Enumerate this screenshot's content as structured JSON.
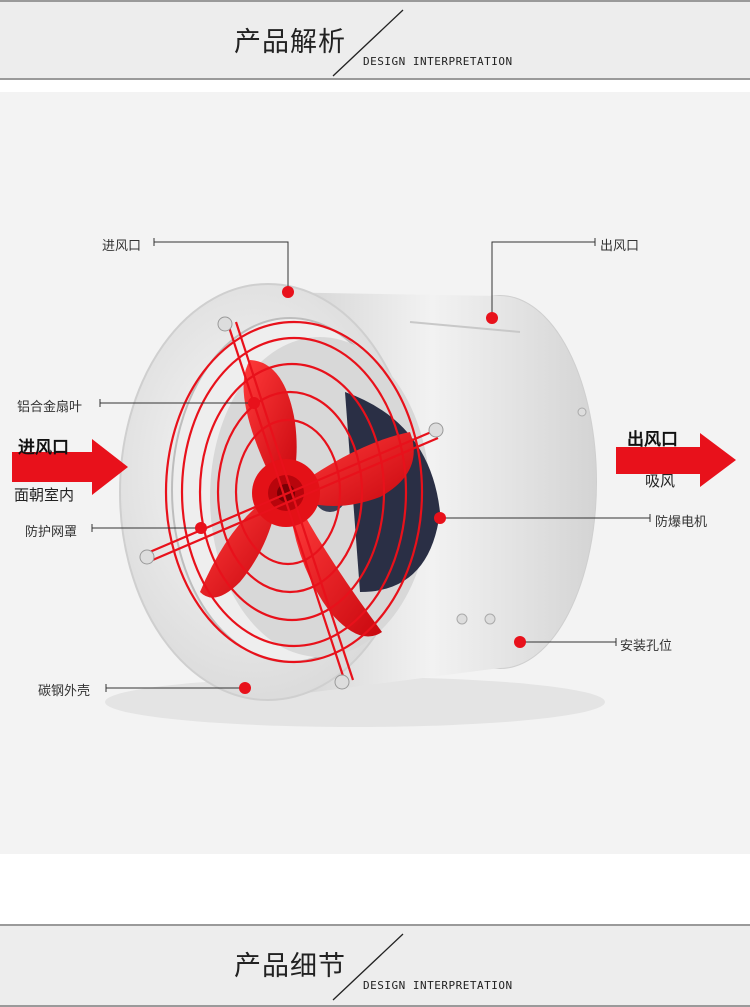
{
  "sections": [
    {
      "title": "产品解析",
      "subtitle": "DESIGN INTERPRETATION"
    },
    {
      "title": "产品细节",
      "subtitle": "DESIGN INTERPRETATION"
    }
  ],
  "callouts": {
    "air_inlet": "进风口",
    "air_outlet": "出风口",
    "blades": "铝合金扇叶",
    "guard": "防护网罩",
    "shell": "碳钢外壳",
    "motor": "防爆电机",
    "mount": "安装孔位"
  },
  "flow": {
    "inlet_title": "进风口",
    "inlet_desc": "面朝室内",
    "outlet_title": "出风口",
    "outlet_desc": "吸风"
  },
  "colors": {
    "accent": "#e8111b",
    "banner_bg": "#ededed",
    "photo_bg": "#f3f3f3"
  }
}
